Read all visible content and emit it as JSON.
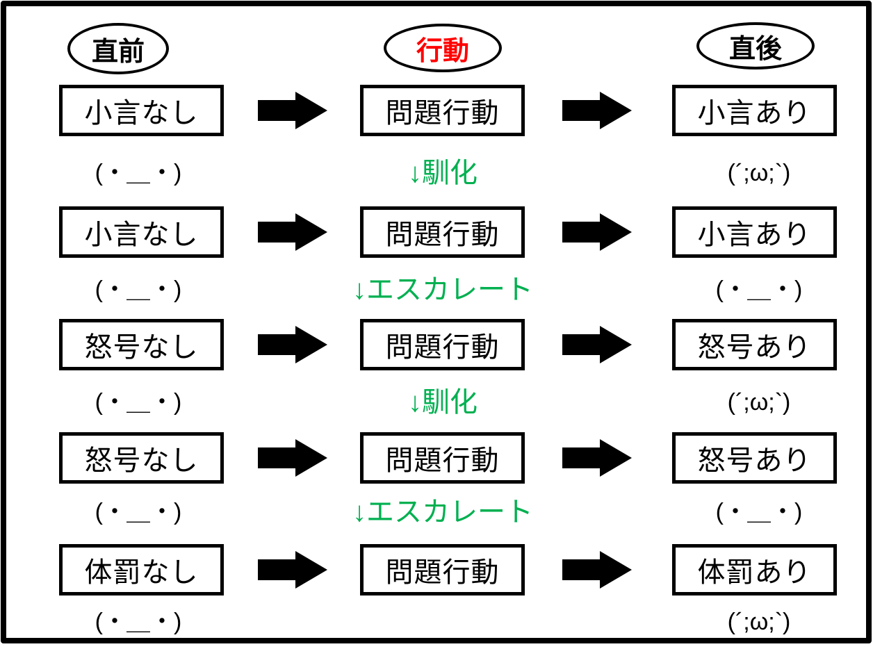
{
  "diagram": {
    "headers": {
      "antecedent": "直前",
      "behavior": "行動",
      "consequence": "直後"
    },
    "rows": [
      {
        "before": "小言なし",
        "before_face": "(・＿・)",
        "action": "問題行動",
        "after": "小言あり",
        "after_face": "(´;ω;`)",
        "transition": "↓馴化"
      },
      {
        "before": "小言なし",
        "before_face": "(・＿・)",
        "action": "問題行動",
        "after": "小言あり",
        "after_face": "(・＿・)",
        "transition": "↓エスカレート"
      },
      {
        "before": "怒号なし",
        "before_face": "(・＿・)",
        "action": "問題行動",
        "after": "怒号あり",
        "after_face": "(´;ω;`)",
        "transition": "↓馴化"
      },
      {
        "before": "怒号なし",
        "before_face": "(・＿・)",
        "action": "問題行動",
        "after": "怒号あり",
        "after_face": "(・＿・)",
        "transition": "↓エスカレート"
      },
      {
        "before": "体罰なし",
        "before_face": "(・＿・)",
        "action": "問題行動",
        "after": "体罰あり",
        "after_face": "(´;ω;`)",
        "transition": ""
      }
    ],
    "colors": {
      "behavior_text": "#FF0000",
      "transition_text": "#00B050",
      "outline": "#000000",
      "background": "#FFFFFF"
    }
  }
}
